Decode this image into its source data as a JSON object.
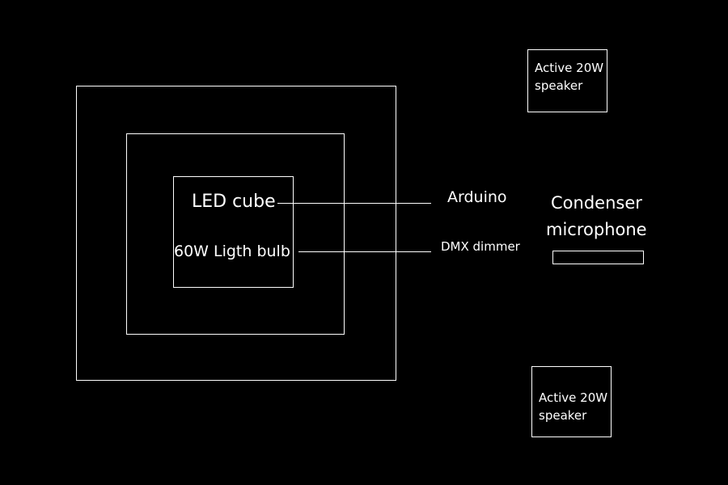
{
  "canvas": {
    "background": "#000000",
    "stroke_color": "#ffffff",
    "text_color": "#ffffff"
  },
  "labels": {
    "led_cube": "LED cube",
    "light_bulb": "60W Ligth bulb",
    "arduino": "Arduino",
    "dmx_dimmer": "DMX dimmer",
    "microphone_line1": "Condenser",
    "microphone_line2": "microphone",
    "speaker_top_line1": "Active 20W",
    "speaker_top_line2": "speaker",
    "speaker_bottom_line1": "Active 20W",
    "speaker_bottom_line2": "speaker"
  }
}
